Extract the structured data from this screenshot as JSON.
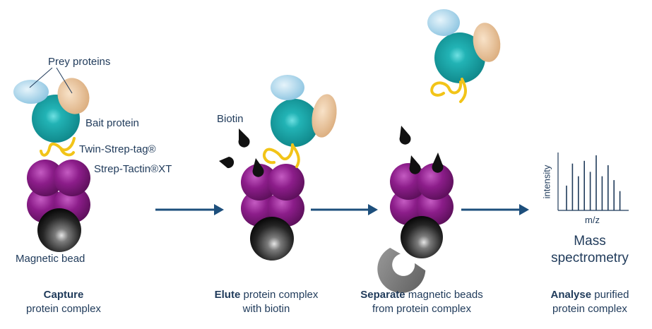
{
  "labels": {
    "prey_proteins": "Prey proteins",
    "bait_protein": "Bait protein",
    "twin_strep_tag": "Twin-Strep-tag®",
    "strep_tactin": "Strep-Tactin®XT",
    "magnetic_bead": "Magnetic bead",
    "biotin": "Biotin"
  },
  "steps": [
    {
      "bold": "Capture",
      "rest": "",
      "line2": "protein complex"
    },
    {
      "bold": "Elute",
      "rest": " protein complex",
      "line2": "with biotin"
    },
    {
      "bold": "Separate",
      "rest": " magnetic beads",
      "line2": "from protein complex"
    },
    {
      "bold": "Analyse",
      "rest": " purified",
      "line2": "protein complex"
    }
  ],
  "mass_spec": {
    "line1": "Mass",
    "line2": "spectrometry",
    "x_axis": "m/z",
    "y_axis": "intensity",
    "peaks": [
      0.45,
      0.85,
      0.62,
      0.9,
      0.7,
      1.0,
      0.62,
      0.82,
      0.55,
      0.35
    ]
  },
  "colors": {
    "arrow": "#1d4f7c",
    "purple": "#8c1d8a",
    "teal": "#1aa3a6",
    "light_blue": "#a8d4ea",
    "tan": "#e7c39c",
    "yellow": "#f2c418",
    "bead": "#222222",
    "magnet": "#7a7a7a",
    "text": "#1f3a5a"
  }
}
